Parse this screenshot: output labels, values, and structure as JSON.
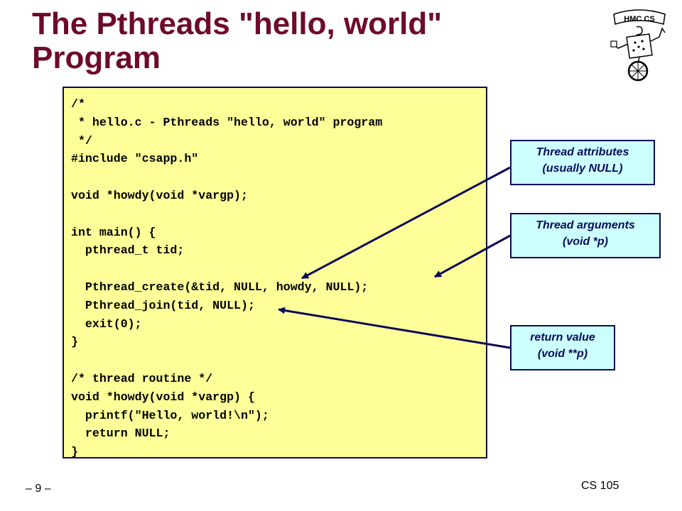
{
  "slide": {
    "title_line1": "The Pthreads \"hello, world\"",
    "title_line2": "Program",
    "page_number": "– 9 –",
    "course": "CS 105"
  },
  "logo": {
    "text": "HMC CS",
    "icon": "unicycle-robot-logo"
  },
  "code": {
    "lines": [
      "/*",
      " * hello.c - Pthreads \"hello, world\" program",
      " */",
      "#include \"csapp.h\"",
      "",
      "void *howdy(void *vargp);",
      "",
      "int main() {",
      "  pthread_t tid;",
      "",
      "  Pthread_create(&tid, NULL, howdy, NULL);",
      "  Pthread_join(tid, NULL);",
      "  exit(0);",
      "}",
      "",
      "/* thread routine */",
      "void *howdy(void *vargp) {",
      "  printf(\"Hello, world!\\n\");",
      "  return NULL;",
      "}"
    ]
  },
  "callouts": {
    "attrs": {
      "line1": "Thread attributes",
      "line2": "(usually NULL)"
    },
    "args": {
      "line1": "Thread arguments",
      "line2": "(void *p)"
    },
    "ret": {
      "line1": "return value",
      "line2": "(void **p)"
    }
  },
  "colors": {
    "title": "#6e0a2a",
    "code_background": "#ffff99",
    "callout_background": "#ccffff",
    "border": "#0a0a5a"
  }
}
